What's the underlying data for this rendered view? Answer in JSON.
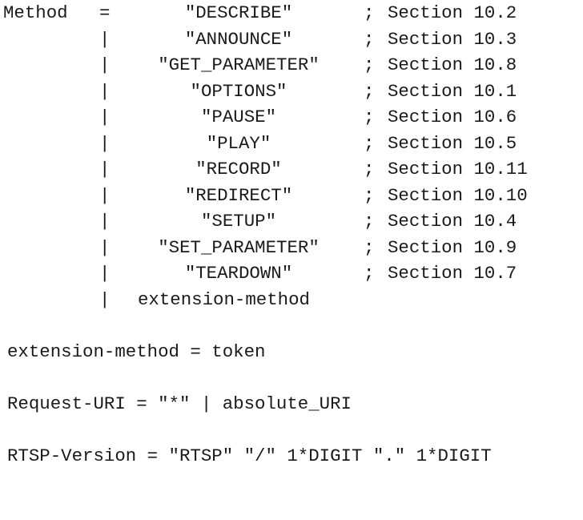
{
  "method_rule": {
    "lhs": "Method",
    "operator": "=",
    "alternatives": [
      {
        "value": "\"DESCRIBE\"",
        "comment": "Section 10.2"
      },
      {
        "value": "\"ANNOUNCE\"",
        "comment": "Section 10.3"
      },
      {
        "value": "\"GET_PARAMETER\"",
        "comment": "Section 10.8"
      },
      {
        "value": "\"OPTIONS\"",
        "comment": "Section 10.1"
      },
      {
        "value": "\"PAUSE\"",
        "comment": "Section 10.6"
      },
      {
        "value": "\"PLAY\"",
        "comment": "Section 10.5"
      },
      {
        "value": "\"RECORD\"",
        "comment": "Section 10.11"
      },
      {
        "value": "\"REDIRECT\"",
        "comment": "Section 10.10"
      },
      {
        "value": "\"SETUP\"",
        "comment": "Section 10.4"
      },
      {
        "value": "\"SET_PARAMETER\"",
        "comment": "Section 10.9"
      },
      {
        "value": "\"TEARDOWN\"",
        "comment": "Section 10.7"
      }
    ],
    "extension_alternative": "extension-method",
    "separator": "|",
    "comment_marker": ";"
  },
  "rules": [
    "extension-method = token",
    "Request-URI = \"*\" | absolute_URI",
    "RTSP-Version = \"RTSP\" \"/\" 1*DIGIT \".\" 1*DIGIT"
  ]
}
